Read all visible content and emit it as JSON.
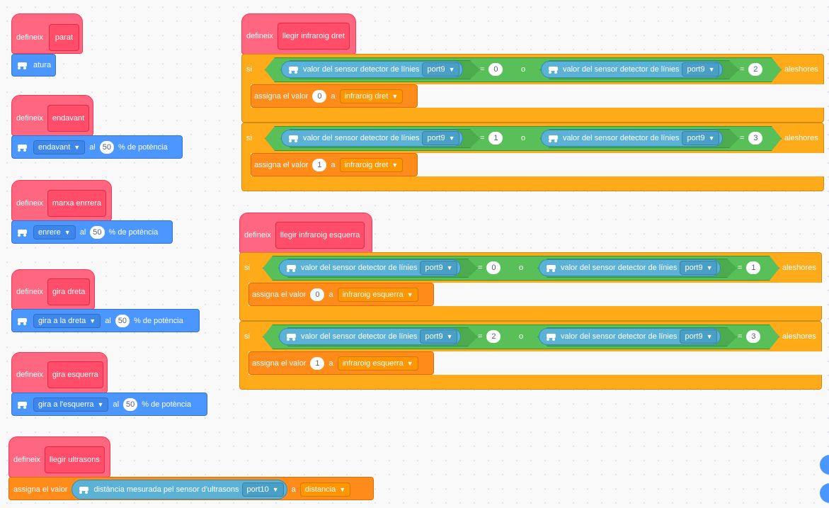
{
  "define_label": "defineix",
  "blocks": {
    "parat": {
      "proc": "parat",
      "cmd": "atura"
    },
    "endavant": {
      "proc": "endavant",
      "dir": "endavant",
      "al": "al",
      "power": "50",
      "pct": "% de potència"
    },
    "enrere": {
      "proc": "marxa enrrera",
      "dir": "enrere",
      "al": "al",
      "power": "50",
      "pct": "% de potència"
    },
    "dreta": {
      "proc": "gira dreta",
      "dir": "gira a la dreta",
      "al": "al",
      "power": "50",
      "pct": "% de potència"
    },
    "esquerra": {
      "proc": "gira esquerra",
      "dir": "gira a l'esquerra",
      "al": "al",
      "power": "50",
      "pct": "% de potència"
    },
    "ultra": {
      "proc": "llegir ultrasons",
      "assign": "assigna el valor",
      "reporter": "distància mesurada pel sensor d'ultrasons",
      "port": "port10",
      "a": "a",
      "var": "distancia"
    }
  },
  "common": {
    "si": "si",
    "o": "o",
    "aleshores": "aleshores",
    "eq": "=",
    "a": "a",
    "assign": "assigna el valor",
    "sensor": "valor del sensor detector de línies",
    "port": "port9"
  },
  "ir_dret": {
    "proc": "llegir infraroig dret",
    "var": "infraroig dret",
    "ifs": [
      {
        "v1": "0",
        "v2": "2",
        "set": "0"
      },
      {
        "v1": "1",
        "v2": "3",
        "set": "1"
      }
    ]
  },
  "ir_esq": {
    "proc": "llegir infraroig esquerra",
    "var": "infraroig esquerra",
    "ifs": [
      {
        "v1": "0",
        "v2": "1",
        "set": "0"
      },
      {
        "v1": "2",
        "v2": "3",
        "set": "1"
      }
    ]
  }
}
